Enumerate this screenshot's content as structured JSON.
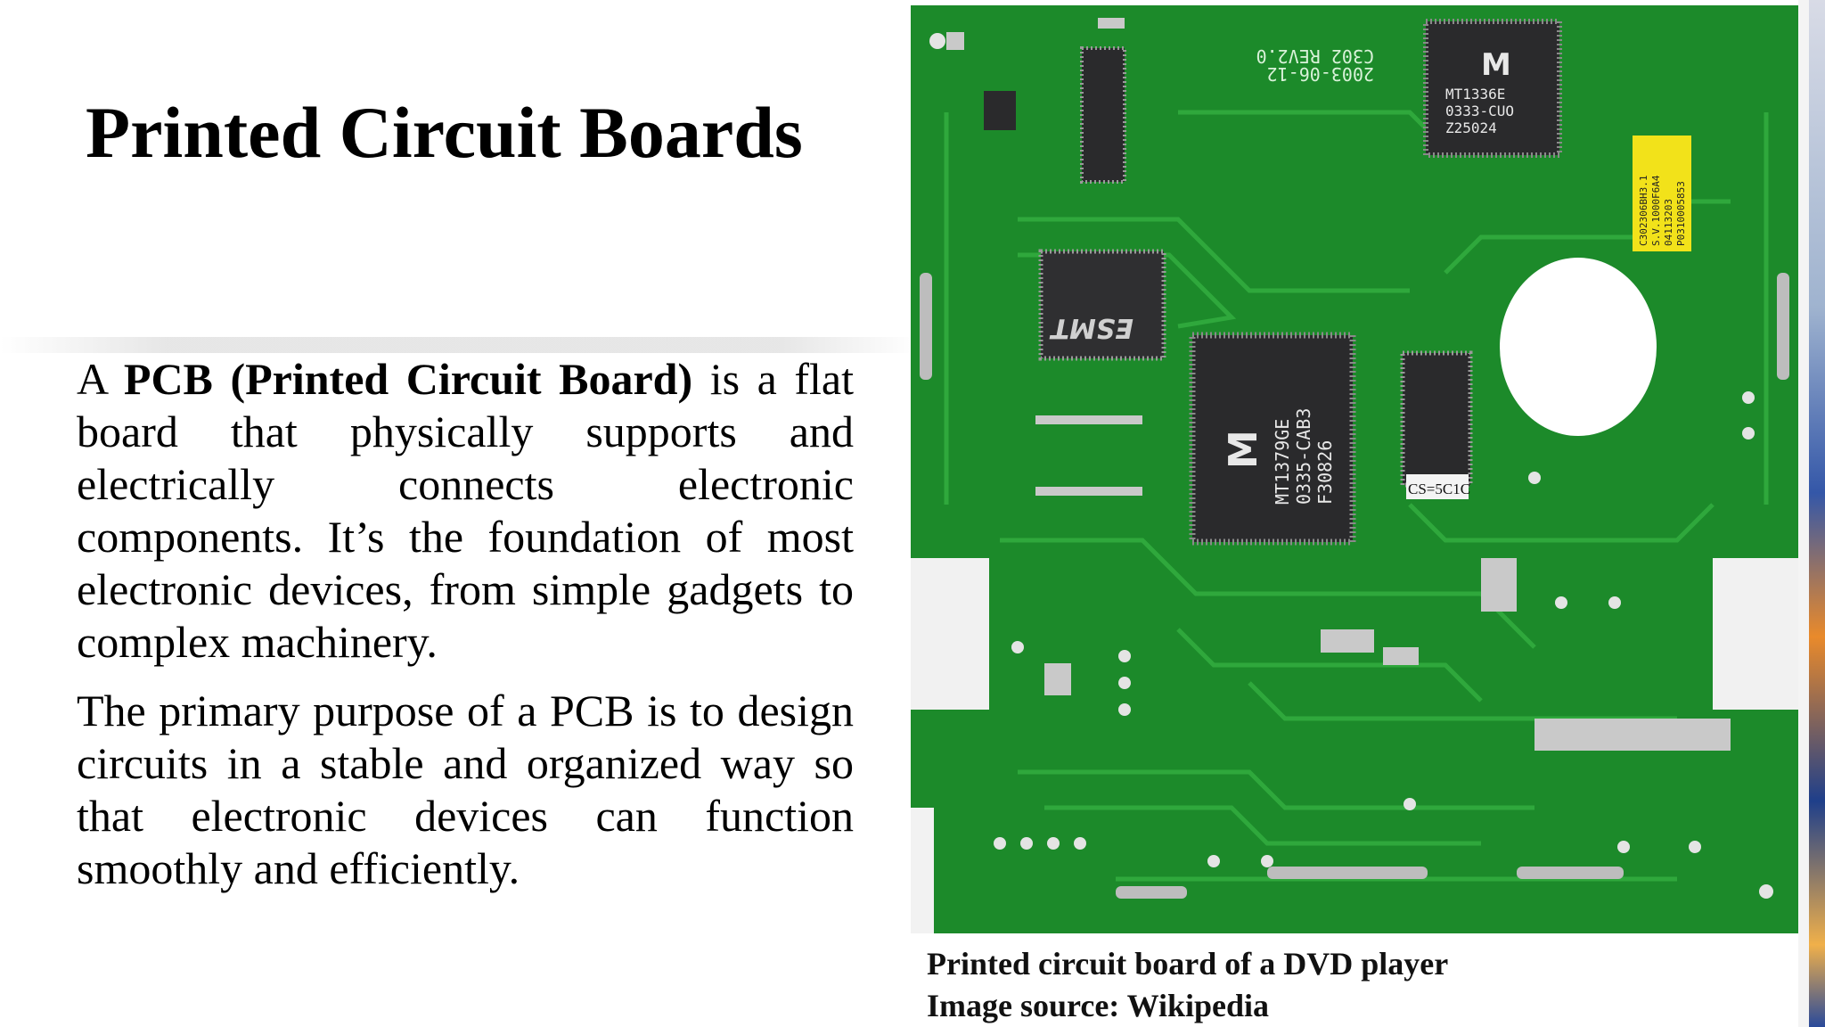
{
  "slide": {
    "title": "Printed Circuit Boards",
    "paragraph1": {
      "before": "A ",
      "bold": "PCB (Printed Circuit Board)",
      "after": " is a flat board that physically supports and electrically connects electronic components. It’s the foundation of most electronic devices, from simple gadgets to complex machinery."
    },
    "paragraph2": "The primary purpose of a PCB is to design circuits in a stable and organized way so that electronic devices can function smoothly and efficiently.",
    "caption": {
      "line1": "Printed circuit board of a DVD player",
      "line2": "Image source: Wikipedia"
    }
  },
  "pcb_image": {
    "chip_main": {
      "brand": "M",
      "lines": [
        "MT1379GE",
        "0335-CAB3",
        "F30826"
      ]
    },
    "chip_top": {
      "brand": "M",
      "lines": [
        "MT1336E",
        "0333-CUO",
        "Z25024"
      ]
    },
    "chip_memory": {
      "brand": "ESMT"
    },
    "chip_small_label": "CS=5C1C",
    "board_marking": [
      "C302 REV2.0",
      "2003-06-12"
    ],
    "sticker_lines": [
      "C302306BH3.1",
      "S.V.1000F6A4",
      "04113203",
      "P0310005853"
    ],
    "colors": {
      "board": "#1c8a2a",
      "trace": "#2fa83c",
      "chip": "#2a2a2c",
      "sticker": "#f2e21a"
    }
  }
}
